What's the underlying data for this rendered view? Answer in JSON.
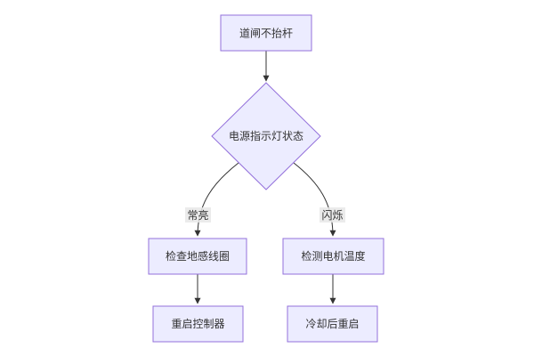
{
  "flowchart": {
    "start": "道闸不抬杆",
    "decision": "电源指示灯状态",
    "branch_left": {
      "edge_label": "常亮",
      "step1": "检查地感线圈",
      "step2": "重启控制器"
    },
    "branch_right": {
      "edge_label": "闪烁",
      "step1": "检测电机温度",
      "step2": "冷却后重启"
    }
  },
  "colors": {
    "node_fill": "#ECECFF",
    "node_stroke": "#9370DB",
    "edge": "#333333",
    "text": "#333333"
  }
}
